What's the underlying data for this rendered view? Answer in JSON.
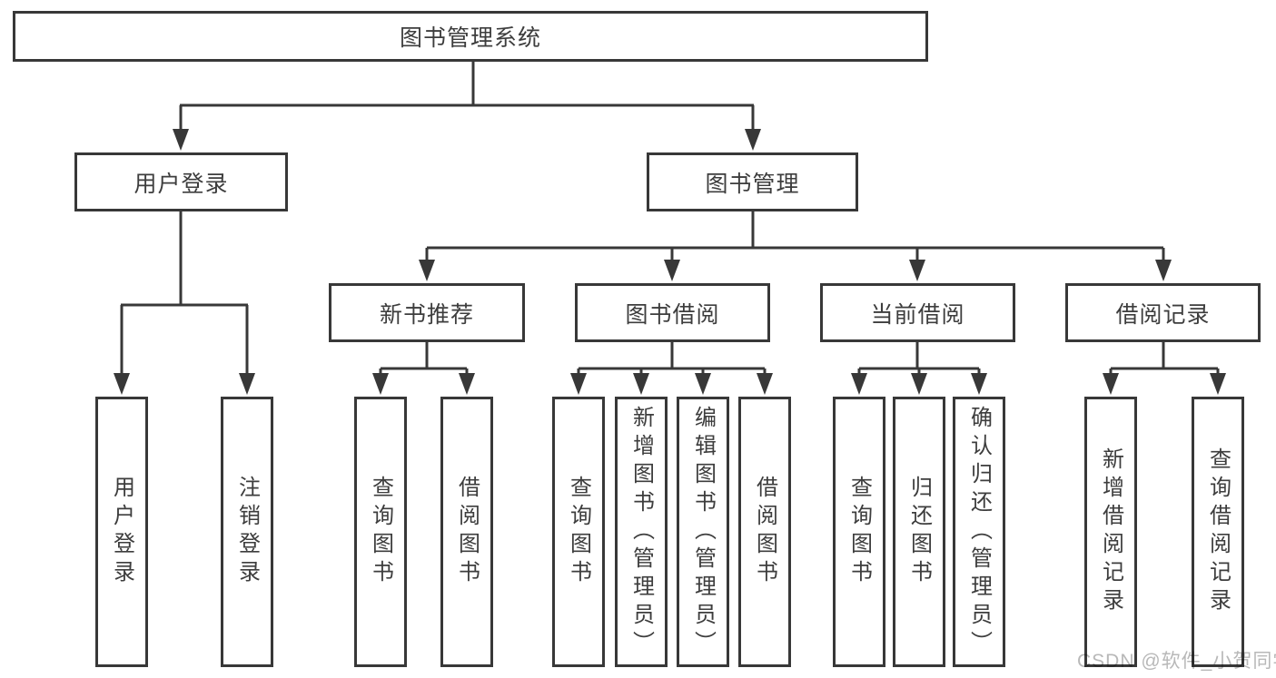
{
  "diagram": {
    "root": {
      "label": "图书管理系统"
    },
    "level2": [
      {
        "label": "用户登录",
        "children": [
          "用户登录",
          "注销登录"
        ]
      },
      {
        "label": "图书管理"
      }
    ],
    "level3": [
      {
        "label": "新书推荐",
        "children": [
          "查询图书",
          "借阅图书"
        ]
      },
      {
        "label": "图书借阅",
        "children": [
          "查询图书",
          "新增图书（管理员）",
          "编辑图书（管理员）",
          "借阅图书"
        ]
      },
      {
        "label": "当前借阅",
        "children": [
          "查询图书",
          "归还图书",
          "确认归还（管理员）"
        ]
      },
      {
        "label": "借阅记录",
        "children": [
          "新增借阅记录",
          "查询借阅记录"
        ]
      }
    ],
    "watermark": "CSDN @软件_小贺同学",
    "colors": {
      "line": "#383838",
      "text": "#3d3d3d",
      "watermark": "#b8b8b8",
      "background": "#ffffff"
    }
  }
}
